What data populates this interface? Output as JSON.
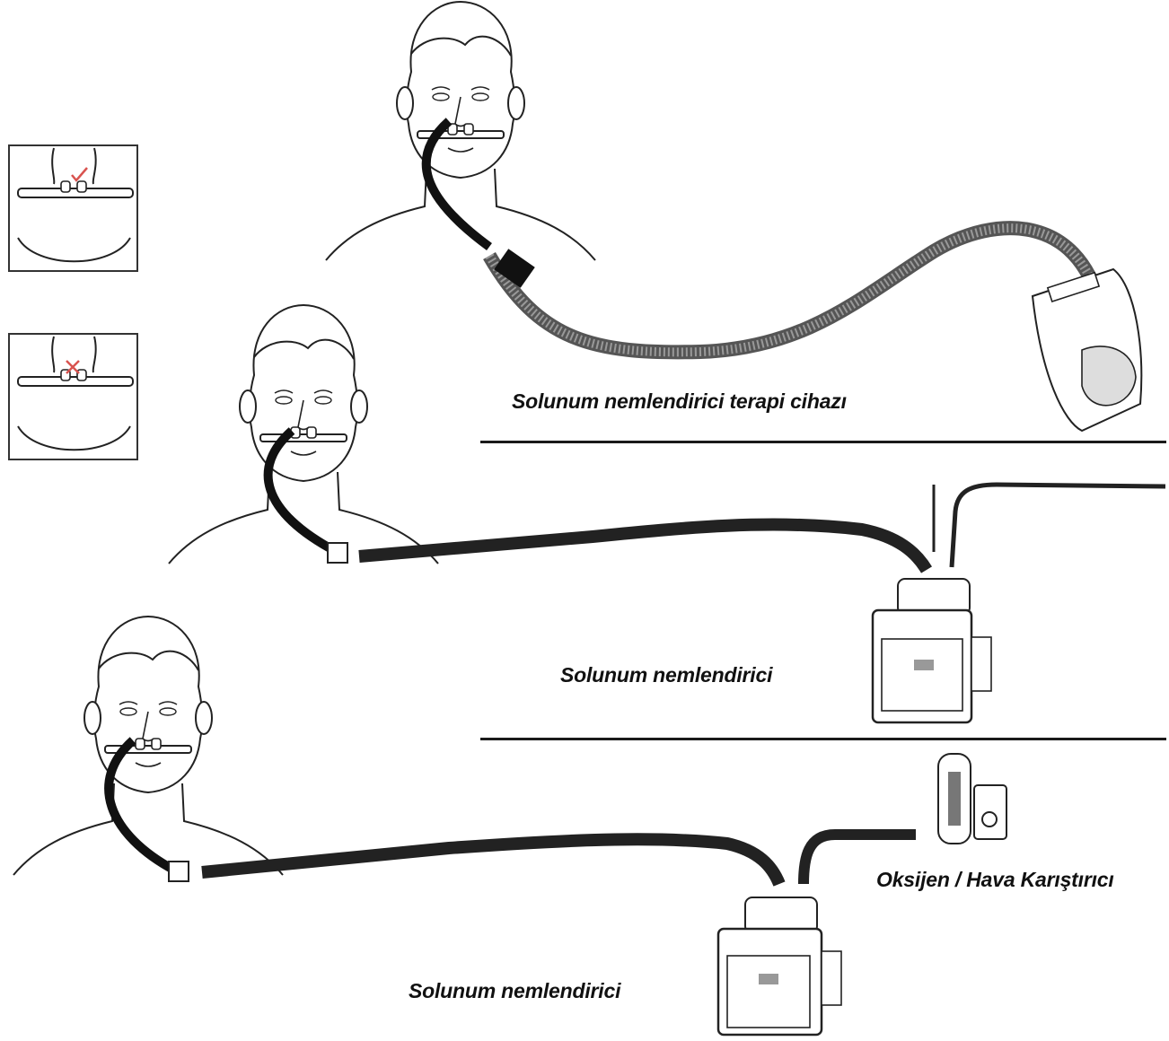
{
  "captions": {
    "setup1": "Solunum nemlendirici terapi cihazı",
    "setup2": "Solunum nemlendirici",
    "setup3_blender": "Oksijen / Hava Karıştırıcı",
    "setup3": "Solunum nemlendirici"
  },
  "fit_examples": [
    {
      "mark": "✓",
      "meaning": "correct",
      "color": "#d9534f"
    },
    {
      "mark": "✗",
      "meaning": "incorrect",
      "color": "#d9534f"
    }
  ]
}
